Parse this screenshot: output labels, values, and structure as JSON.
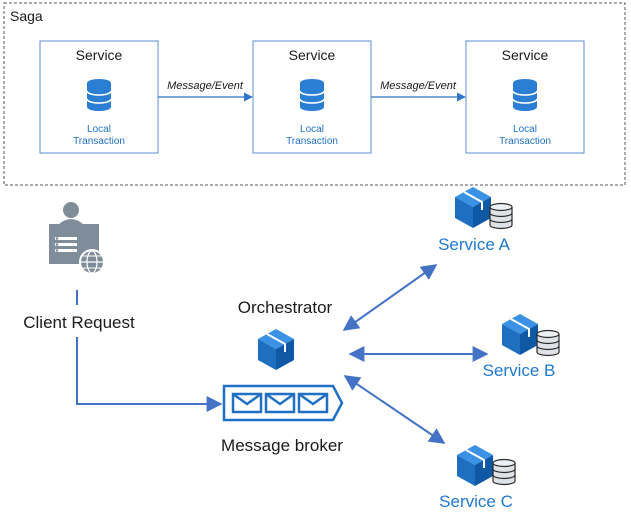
{
  "saga": {
    "title": "Saga",
    "services": [
      {
        "label": "Service",
        "local_line1": "Local",
        "local_line2": "Transaction"
      },
      {
        "label": "Service",
        "local_line1": "Local",
        "local_line2": "Transaction"
      },
      {
        "label": "Service",
        "local_line1": "Local",
        "local_line2": "Transaction"
      }
    ],
    "arrows": [
      {
        "label": "Message/Event"
      },
      {
        "label": "Message/Event"
      }
    ]
  },
  "orchestration": {
    "client_request": "Client Request",
    "orchestrator": "Orchestrator",
    "message_broker": "Message broker",
    "services": [
      {
        "label": "Service A"
      },
      {
        "label": "Service B"
      },
      {
        "label": "Service C"
      }
    ]
  },
  "colors": {
    "accent": "#1f78d1",
    "arrow": "#4472c4",
    "database": "#2a7fd4",
    "cube": "#1a73c8",
    "gray": "#7f8c99"
  }
}
